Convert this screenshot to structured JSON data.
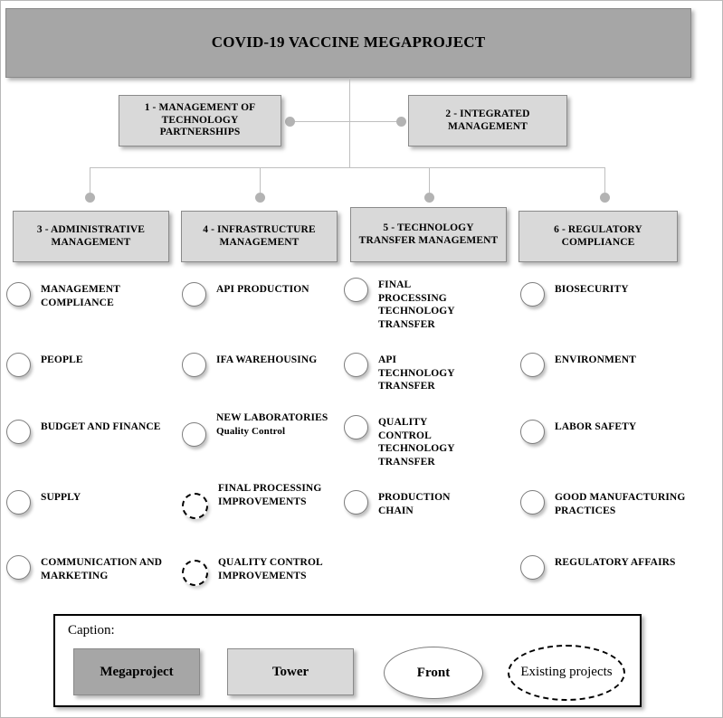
{
  "title": "COVID-19 VACCINE MEGAPROJECT",
  "tier1": [
    {
      "label": "1 - MANAGEMENT OF TECHNOLOGY PARTNERSHIPS"
    },
    {
      "label": "2 - INTEGRATED MANAGEMENT"
    }
  ],
  "tier2": [
    {
      "label": "3 - ADMINISTRATIVE MANAGEMENT"
    },
    {
      "label": "4 - INFRASTRUCTURE MANAGEMENT"
    },
    {
      "label": "5 - TECHNOLOGY TRANSFER MANAGEMENT"
    },
    {
      "label": "6 - REGULATORY COMPLIANCE"
    }
  ],
  "columns": [
    {
      "items": [
        {
          "label": "MANAGEMENT COMPLIANCE",
          "existing": false
        },
        {
          "label": "PEOPLE",
          "existing": false
        },
        {
          "label": "BUDGET AND FINANCE",
          "existing": false
        },
        {
          "label": "SUPPLY",
          "existing": false
        },
        {
          "label": "COMMUNICATION AND MARKETING",
          "existing": false
        }
      ]
    },
    {
      "items": [
        {
          "label": "API PRODUCTION",
          "existing": false
        },
        {
          "label": "IFA WAREHOUSING",
          "existing": false
        },
        {
          "label": "NEW LABORATORIES",
          "sublabel": "Quality Control",
          "existing": false
        },
        {
          "label": "FINAL PROCESSING IMPROVEMENTS",
          "existing": true
        },
        {
          "label": "QUALITY CONTROL IMPROVEMENTS",
          "existing": true
        }
      ]
    },
    {
      "items": [
        {
          "label": "FINAL PROCESSING TECHNOLOGY TRANSFER",
          "existing": false
        },
        {
          "label": "API TECHNOLOGY TRANSFER",
          "existing": false
        },
        {
          "label": "QUALITY CONTROL TECHNOLOGY TRANSFER",
          "existing": false
        },
        {
          "label": "PRODUCTION CHAIN",
          "existing": false
        }
      ]
    },
    {
      "items": [
        {
          "label": "BIOSECURITY",
          "existing": false
        },
        {
          "label": "ENVIRONMENT",
          "existing": false
        },
        {
          "label": "LABOR SAFETY",
          "existing": false
        },
        {
          "label": "GOOD MANUFACTURING PRACTICES",
          "existing": false
        },
        {
          "label": "REGULATORY AFFAIRS",
          "existing": false
        }
      ]
    }
  ],
  "caption": {
    "title": "Caption:",
    "legend": [
      {
        "label": "Megaproject",
        "shape": "rect",
        "fill": "#a6a6a6"
      },
      {
        "label": "Tower",
        "shape": "rect",
        "fill": "#d9d9d9"
      },
      {
        "label": "Front",
        "shape": "ellipse",
        "fill": "#ffffff"
      },
      {
        "label": "Existing projects",
        "shape": "ellipse-dashed",
        "fill": "#ffffff"
      }
    ]
  },
  "colors": {
    "megaproject": "#a6a6a6",
    "tower": "#d9d9d9",
    "connector": "#bfbfbf",
    "dot": "#b3b3b3",
    "text": "#000000"
  }
}
